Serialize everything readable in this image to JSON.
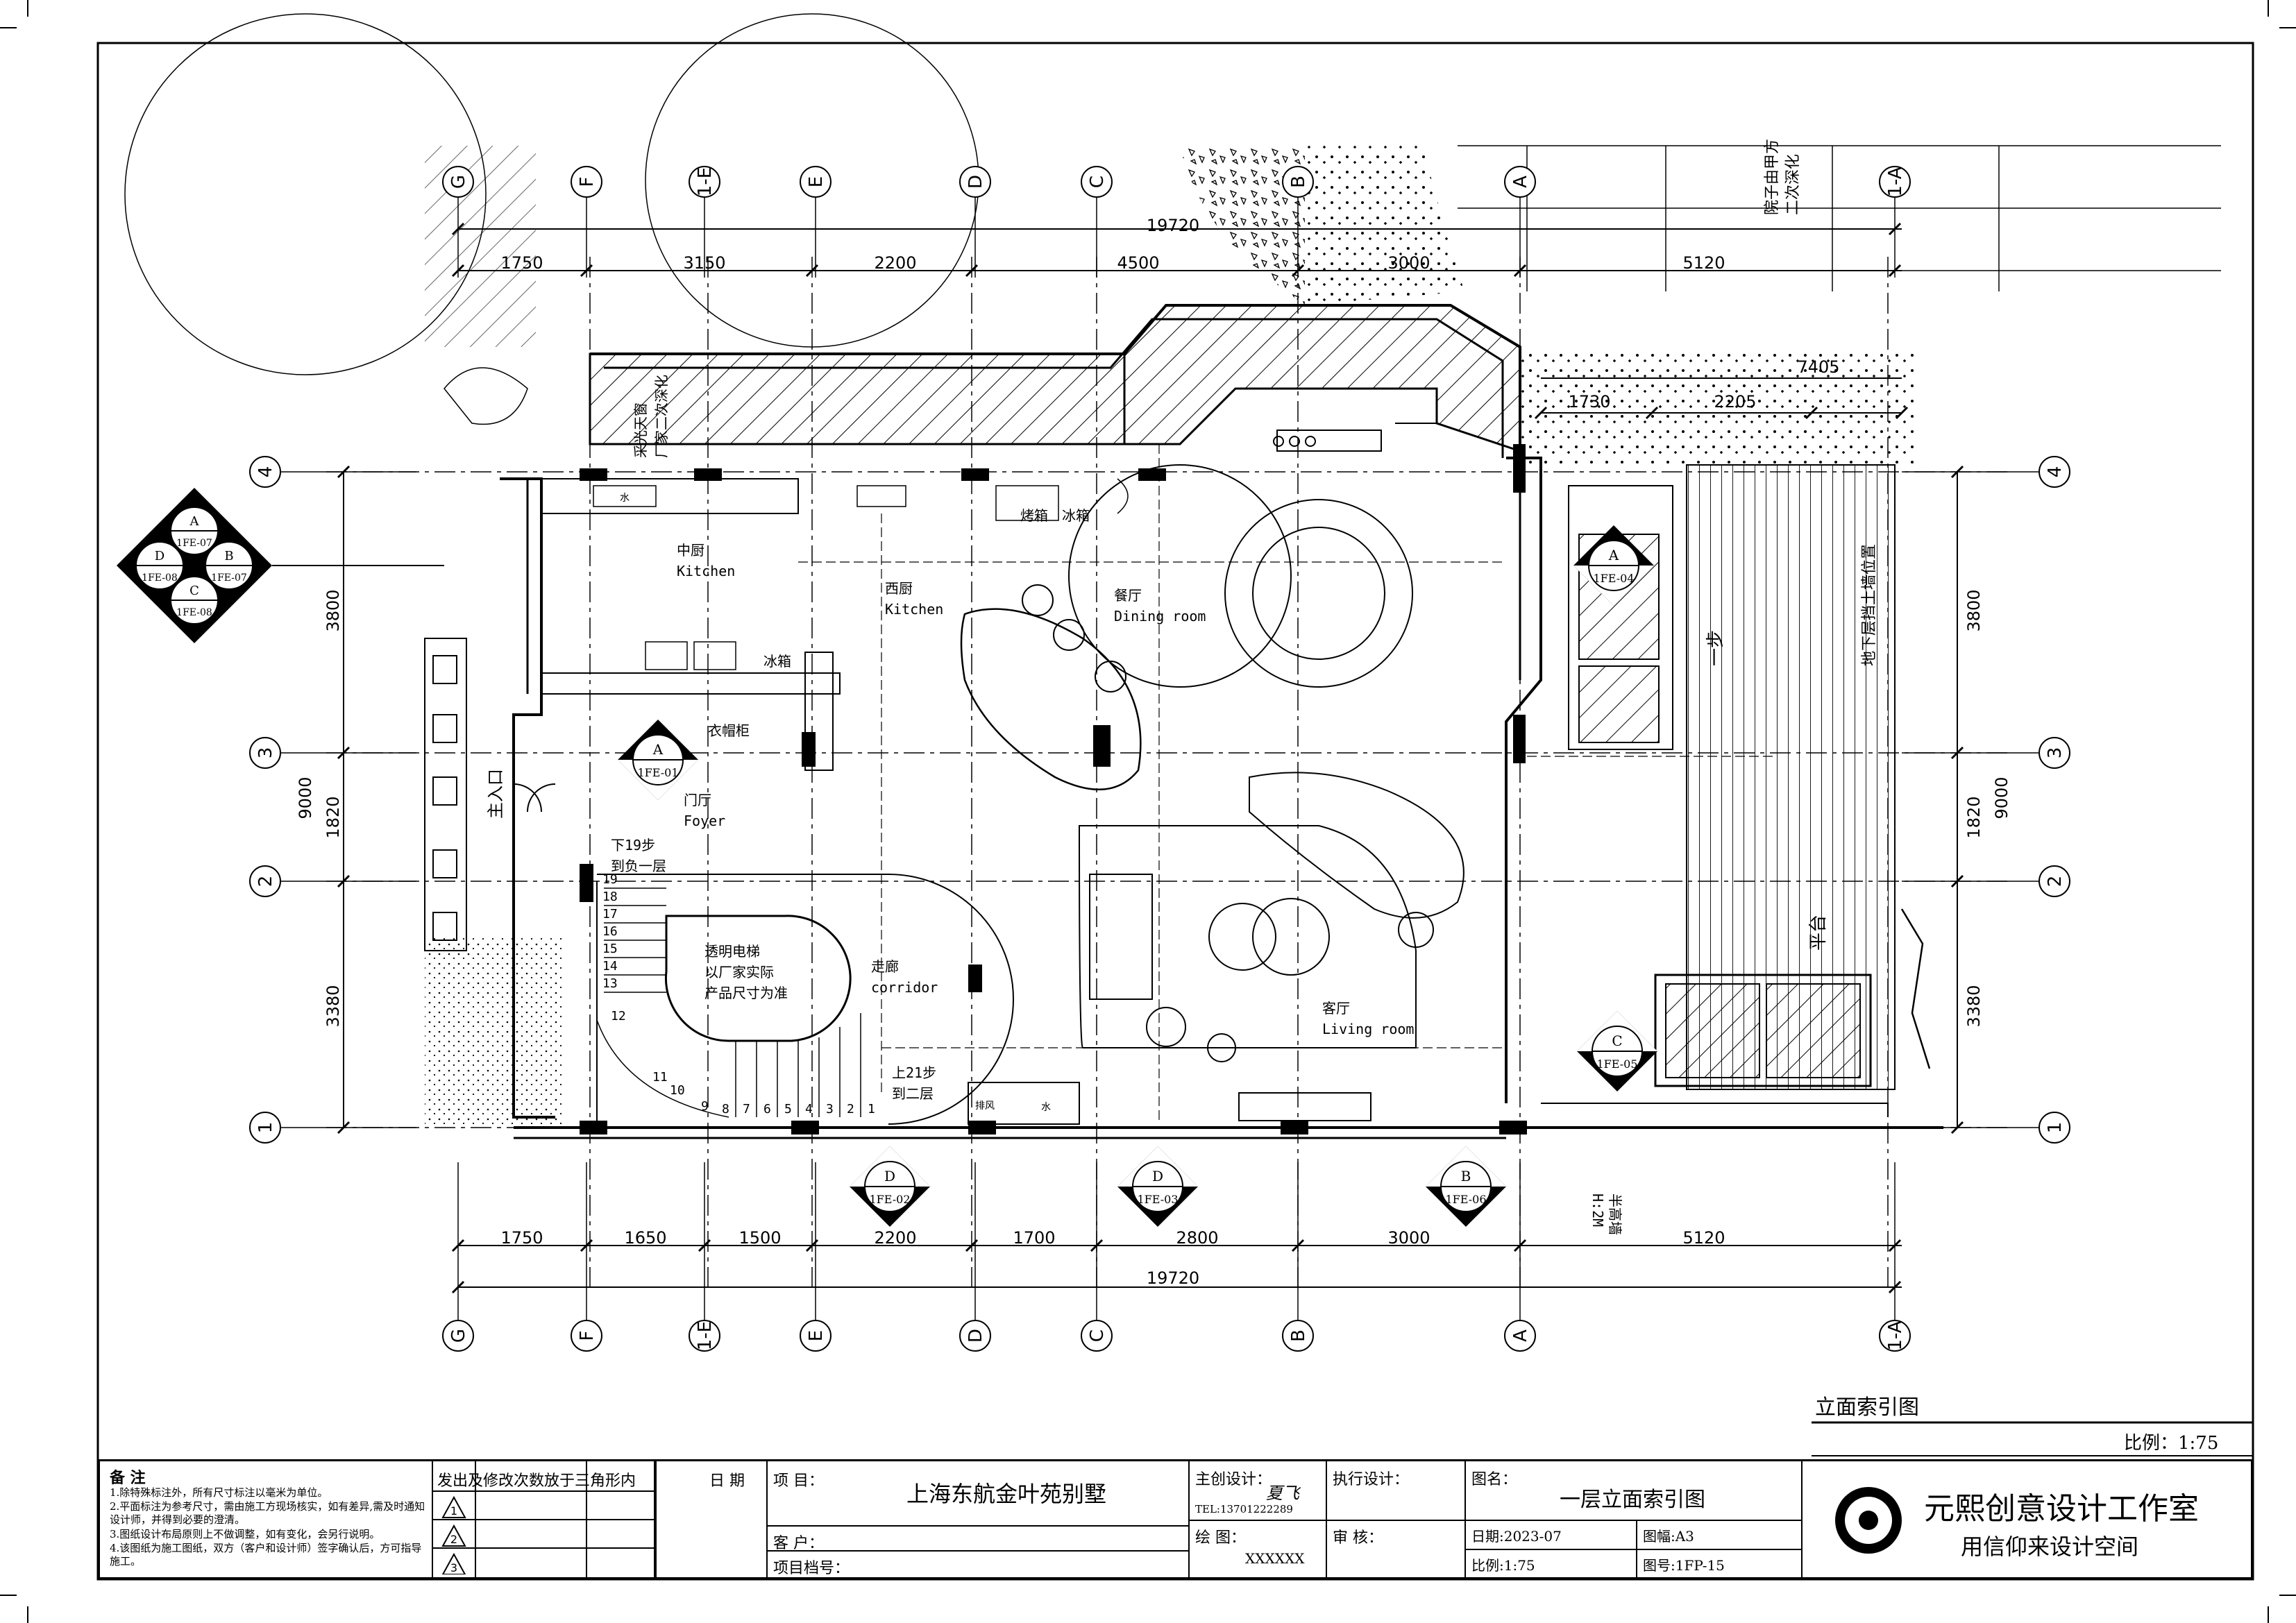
{
  "grid": {
    "cols": [
      "G",
      "F",
      "1-E",
      "E",
      "D",
      "C",
      "B",
      "A",
      "1-A"
    ],
    "rows": [
      "1",
      "2",
      "3",
      "4"
    ]
  },
  "dims": {
    "top_total": "19720",
    "top_segments": [
      "1750",
      "3150",
      "2200",
      "4500",
      "3000",
      "5120"
    ],
    "bottom_total": "19720",
    "bottom_segments": [
      "1750",
      "1650",
      "1500",
      "2200",
      "1700",
      "2800",
      "3000",
      "5120"
    ],
    "side_total": "9000",
    "side_segments": [
      "3800",
      "1820",
      "3380"
    ],
    "terrace_segments": [
      "7405",
      "1730",
      "2205"
    ]
  },
  "rooms": {
    "kitchen_cn": "中厨",
    "kitchen_en": "Kitchen",
    "west_kitchen_cn": "西厨",
    "west_kitchen_en": "Kitchen",
    "dining_cn": "餐厅",
    "dining_en": "Dining room",
    "living_cn": "客厅",
    "living_en": "Living room",
    "foyer_cn": "门厅",
    "foyer_en": "Foyer",
    "corridor_cn": "走廊",
    "corridor_en": "corridor",
    "entrance": "主入口",
    "wardrobe": "衣帽柜",
    "oven": "烤箱",
    "fridge": "冰箱",
    "fridge2": "冰箱",
    "platform": "平台",
    "elevator": [
      "透明电梯",
      "以厂家实际",
      "产品尺寸为准"
    ],
    "stairs_down": [
      "下19步",
      "到负一层"
    ],
    "stairs_up": [
      "上21步",
      "到二层"
    ],
    "step": "一步",
    "skylight": "采光天窗",
    "skylight2": "厂家二次深化",
    "basement_wall": "地下层挡土墙位置",
    "garden_note": [
      "院子由甲方",
      "二次深化"
    ],
    "half_wall": "半高墙",
    "half_wall_h": "H:2M",
    "sink_mark": "水",
    "appliance_mark": "排风"
  },
  "stair_numbers": [
    "19",
    "18",
    "17",
    "16",
    "15",
    "14",
    "13",
    "12",
    "11",
    "10",
    "9",
    "8",
    "7",
    "6",
    "5",
    "4",
    "3",
    "2",
    "1"
  ],
  "index_symbols": [
    {
      "letter": "A",
      "code": "1FE-07"
    },
    {
      "letter": "D",
      "code": "1FE-08"
    },
    {
      "letter": "B",
      "code": "1FE-07"
    },
    {
      "letter": "C",
      "code": "1FE-08"
    },
    {
      "letter": "A",
      "code": "1FE-01"
    },
    {
      "letter": "A",
      "code": "1FE-04"
    },
    {
      "letter": "C",
      "code": "1FE-05"
    },
    {
      "letter": "D",
      "code": "1FE-02"
    },
    {
      "letter": "D",
      "code": "1FE-03"
    },
    {
      "letter": "B",
      "code": "1FE-06"
    }
  ],
  "drawing_title": "立面索引图",
  "scale_label": "比例：1:75",
  "titleblock": {
    "notes_header": "备  注",
    "notes": [
      "1.除特殊标注外，所有尺寸标注以毫米为单位。",
      "2.平面标注为参考尺寸，需由施工方现场核实，如有差异,需及时通知设计师，并得到必要的澄清。",
      "3.图纸设计布局原则上不做调整，如有变化，会另行说明。",
      "4.该图纸为施工图纸，双方（客户和设计师）签字确认后，方可指导施工。"
    ],
    "revision_header": "发出及修改次数放于三角形内",
    "revision_marks": [
      "1",
      "2",
      "3"
    ],
    "date_header": "日  期",
    "project_label": "项        目：",
    "project_value": "上海东航金叶苑别墅",
    "client_label": "客        户：",
    "archive_label": "项目档号：",
    "lead_designer_label": "主创设计：",
    "tel": "TEL:13701222289",
    "signature": "夏飞",
    "exec_designer_label": "执行设计：",
    "drafter_label": "绘        图：",
    "drafter_value": "XXXXXX",
    "reviewer_label": "审        核：",
    "drawing_name_label": "图名：",
    "drawing_name_value": "一层立面索引图",
    "date_label": "日期:2023-07",
    "sheet_size": "图幅:A3",
    "scale": "比例:1:75",
    "sheet_no": "图号:1FP-15",
    "studio_name": "元熙创意设计工作室",
    "studio_slogan": "用信仰来设计空间"
  },
  "colors": {
    "line": "#000000",
    "paper": "#ffffff"
  }
}
